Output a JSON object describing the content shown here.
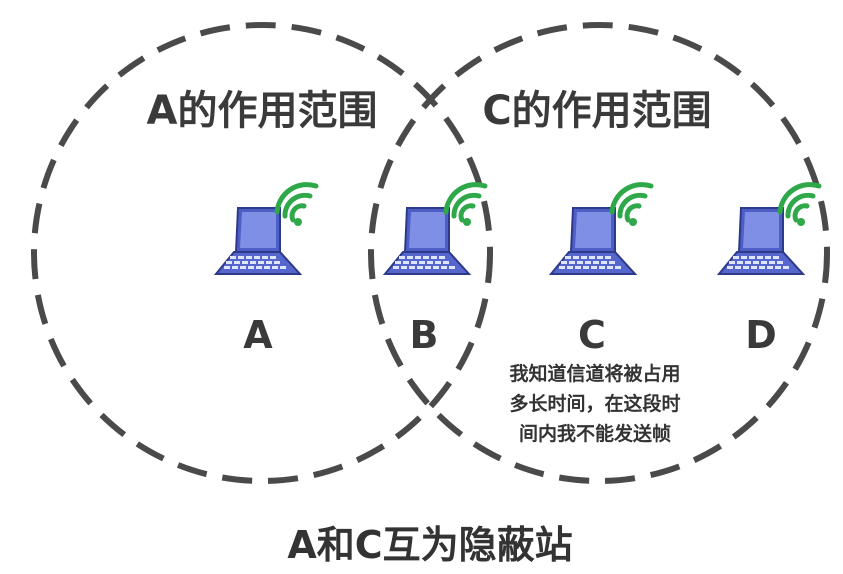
{
  "ranges": {
    "a_label": "A的作用范围",
    "c_label": "C的作用范围"
  },
  "nodes": [
    {
      "label": "A",
      "icon": "laptop-wifi-icon"
    },
    {
      "label": "B",
      "icon": "laptop-wifi-icon"
    },
    {
      "label": "C",
      "icon": "laptop-wifi-icon"
    },
    {
      "label": "D",
      "icon": "laptop-wifi-icon"
    }
  ],
  "note": {
    "line1": "我知道信道将被占用",
    "line2": "多长时间，在这段时",
    "line3": "间内我不能发送帧"
  },
  "caption": "A和C互为隐蔽站",
  "colors": {
    "circle_stroke": "#4a4a4a",
    "screen": "#5b6bd0",
    "wifi": "#2fa84a"
  }
}
